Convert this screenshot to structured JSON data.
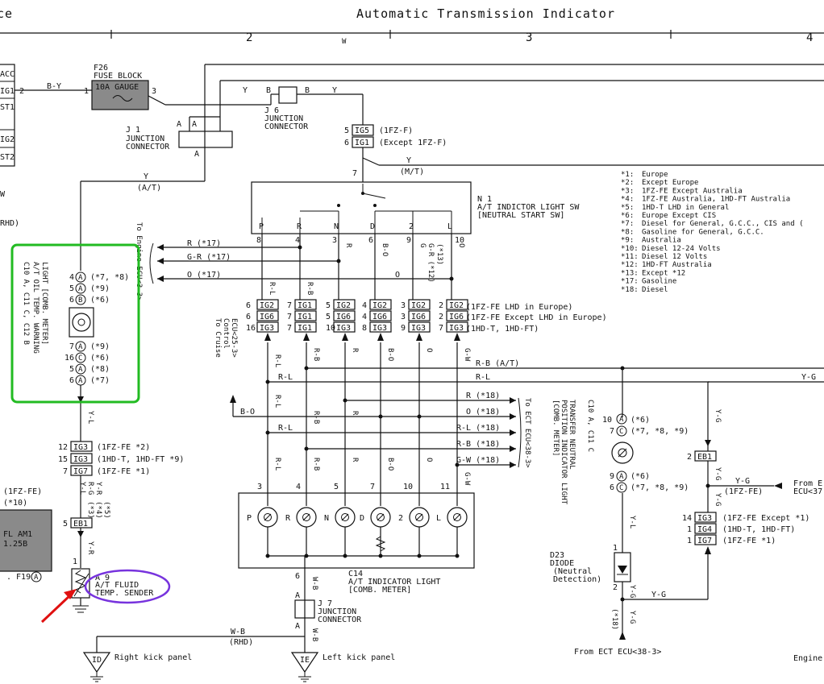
{
  "header": {
    "title_left": "ce",
    "title": "Automatic Transmission Indicator",
    "grid": [
      "2",
      "W",
      "3",
      "4"
    ]
  },
  "left_partial": {
    "terminals": [
      "ACC",
      "IG1",
      "ST1",
      "IG2",
      "ST2"
    ],
    "pin": "2",
    "frag_w": "W",
    "frag_rhd": "RHD)",
    "fuse_lines": [
      "(1FZ-FE)",
      "(*10)"
    ],
    "fuse_name": "FL AM1",
    "fuse_rating": "1.25B",
    "conn_ref": ". F19",
    "conn_ref_letter": "A"
  },
  "fuse_block": {
    "id": "F26",
    "name": "FUSE BLOCK",
    "fuse": "10A GAUGE",
    "pin_in": "1",
    "pin_out": "3"
  },
  "wires": {
    "b_y": "B-Y",
    "y": "Y",
    "b": "B",
    "y_at": "Y",
    "at": "(A/T)",
    "mt": "(M/T)",
    "r": "R",
    "r_b": "R-B",
    "r_l": "R-L",
    "b_o": "B-O",
    "g_r": "G-R",
    "o": "O",
    "g_w": "G-W",
    "y_l": "Y-L",
    "y_r": "Y-R",
    "w_b": "W-B",
    "y_g": "Y-G",
    "g": "G",
    "rhd": "(RHD)",
    "r_s17": "R (*17)",
    "gr_s17": "G-R (*17)",
    "o_s17": "O (*17)",
    "rb_at": "R-B (A/T)",
    "r_s18": "R (*18)",
    "o_s18": "O (*18)",
    "rl_s18": "R-L (*18)",
    "rb_s18": "R-B (*18)",
    "gw_s18": "G-W (*18)",
    "yg_1fzfe": "(1FZ-FE)",
    "yl_rg_yr": "Y-L",
    "rg": "R-G",
    "s3s4s5": [
      "(*3)",
      "(*4)",
      "(*5)"
    ],
    "g_gr": "G-R (*12)",
    "s13": "(*13)"
  },
  "j1": {
    "id": "J 1",
    "name": "JUNCTION",
    "name2": "CONNECTOR",
    "pins": [
      "A",
      "A",
      "A"
    ]
  },
  "j6": {
    "id": "J 6",
    "name": "JUNCTION",
    "name2": "CONNECTOR"
  },
  "j7": {
    "id": "J 7",
    "name": "JUNCTION",
    "name2": "CONNECTOR",
    "pins": [
      "A",
      "A"
    ]
  },
  "ig_top": [
    {
      "pin": "5",
      "conn": "IG5",
      "note": "(1FZ-F)"
    },
    {
      "pin": "6",
      "conn": "IG1",
      "note": "(Except 1FZ-F)"
    }
  ],
  "neutral_sw": {
    "id": "N 1",
    "name": "A/T INDICTOR LIGHT SW",
    "name2": "[NEUTRAL START SW]",
    "positions": [
      "P",
      "R",
      "N",
      "D",
      "2",
      "L"
    ],
    "pins": [
      "8",
      "4",
      "3",
      "6",
      "9",
      "10"
    ],
    "in_pin": "7"
  },
  "notes": [
    {
      "k": "*1:",
      "v": "Europe"
    },
    {
      "k": "*2:",
      "v": "Except Europe"
    },
    {
      "k": "*3:",
      "v": "1FZ-FE Except Australia"
    },
    {
      "k": "*4:",
      "v": "1FZ-FE Australia, 1HD-FT Australia"
    },
    {
      "k": "*5:",
      "v": "1HD-T LHD in General"
    },
    {
      "k": "*6:",
      "v": "Europe Except CIS"
    },
    {
      "k": "*7:",
      "v": "Diesel for General, G.C.C., CIS and ("
    },
    {
      "k": "*8:",
      "v": "Gasoline for General, G.C.C."
    },
    {
      "k": "*9:",
      "v": "Australia"
    },
    {
      "k": "*10:",
      "v": "Diesel 12-24 Volts"
    },
    {
      "k": "*11:",
      "v": "Diesel 12 Volts"
    },
    {
      "k": "*12:",
      "v": "1HD-FT Australia"
    },
    {
      "k": "*13:",
      "v": "Except *12"
    },
    {
      "k": "*17:",
      "v": "Gasoline"
    },
    {
      "k": "*18:",
      "v": "Diesel"
    }
  ],
  "engine_ecu": "To Engine ECU<3-3>",
  "cruise_ecu": [
    "To Cruise",
    "Control",
    "ECU<25-3>"
  ],
  "ect_ecu": "To ECT ECU<38-3>",
  "ig_grid": {
    "rows": [
      [
        "6",
        "IG2",
        "7",
        "IG1",
        "5",
        "IG2",
        "4",
        "IG2",
        "3",
        "IG2",
        "2",
        "IG2"
      ],
      [
        "6",
        "IG6",
        "7",
        "IG1",
        "5",
        "IG6",
        "4",
        "IG6",
        "3",
        "IG6",
        "2",
        "IG6"
      ],
      [
        "16",
        "IG3",
        "7",
        "IG1",
        "10",
        "IG3",
        "8",
        "IG3",
        "9",
        "IG3",
        "7",
        "IG3"
      ]
    ],
    "notes": [
      "(1FZ-FE LHD in Europe)",
      "(1FZ-FE Except LHD in Europe)",
      "(1HD-T, 1HD-FT)"
    ]
  },
  "oil_temp_light": {
    "conn": "C10 A, C11 C, C12 B",
    "name": "A/T OIL TEMP. WARNING",
    "name2": "LIGHT [COMB. METER]",
    "top_pins": [
      {
        "pin": "4",
        "letter": "A",
        "note": "(*7, *8)"
      },
      {
        "pin": "5",
        "letter": "A",
        "note": "(*9)"
      },
      {
        "pin": "6",
        "letter": "B",
        "note": "(*6)"
      }
    ],
    "bottom_pins": [
      {
        "pin": "7",
        "letter": "A",
        "note": "(*9)"
      },
      {
        "pin": "16",
        "letter": "C",
        "note": "(*6)"
      },
      {
        "pin": "5",
        "letter": "A",
        "note": "(*8)"
      },
      {
        "pin": "6",
        "letter": "A",
        "note": "(*7)"
      }
    ]
  },
  "ig_left": [
    {
      "pin": "12",
      "conn": "IG3",
      "note": "(1FZ-FE *2)"
    },
    {
      "pin": "15",
      "conn": "IG3",
      "note": "(1HD-T, 1HD-FT *9)"
    },
    {
      "pin": "7",
      "conn": "IG7",
      "note": "(1FZ-FE *1)"
    }
  ],
  "eb1_left": {
    "pin": "5",
    "conn": "EB1"
  },
  "sender": {
    "id": "A 9",
    "name": "A/T FLUID",
    "name2": "TEMP. SENDER",
    "pin": "1"
  },
  "c14": {
    "id": "C14",
    "name": "A/T INDICATOR LIGHT",
    "name2": "[COMB. METER]",
    "pins": [
      "3",
      "4",
      "5",
      "7",
      "10",
      "11"
    ],
    "letters": [
      "P",
      "R",
      "N",
      "D",
      "2",
      "L"
    ],
    "gnd_pin": "6"
  },
  "grounds": [
    {
      "id": "ID",
      "label": "Right kick panel"
    },
    {
      "id": "IE",
      "label": "Left kick panel"
    }
  ],
  "transfer_light": {
    "conn": "C10 A, C11 C",
    "name": "TRANSFER NEUTRAL",
    "name2": "POSITION INDICATOR LIGHT",
    "name3": "[COMB. METER]",
    "top_pins": [
      {
        "pin": "10",
        "letter": "A",
        "note": "(*6)"
      },
      {
        "pin": "7",
        "letter": "C",
        "note": "(*7, *8, *9)"
      }
    ],
    "bottom_pins": [
      {
        "pin": "9",
        "letter": "A",
        "note": "(*6)"
      },
      {
        "pin": "6",
        "letter": "C",
        "note": "(*7, *8, *9)"
      }
    ]
  },
  "diode": {
    "id": "D23",
    "name": "DIODE",
    "name2": "(Neutral",
    "name3": "Detection)",
    "pin_a": "1",
    "pin_b": "2"
  },
  "from_ect": "From ECT ECU<38-3>",
  "s18": "(*18)",
  "right_side": {
    "eb1": {
      "pin": "2",
      "conn": "EB1"
    },
    "from_e": "From E",
    "ecu37": "ECU<37",
    "ig": [
      {
        "pin": "14",
        "conn": "IG3",
        "note": "(1FZ-FE Except *1)"
      },
      {
        "pin": "1",
        "conn": "IG4",
        "note": "(1HD-T, 1HD-FT)"
      },
      {
        "pin": "1",
        "conn": "IG7",
        "note": "(1FZ-FE *1)"
      }
    ],
    "engine": "Engine"
  },
  "colors": {
    "highlight_green": "#22bb22",
    "highlight_purple": "#7733dd",
    "arrow_red": "#e01010"
  }
}
